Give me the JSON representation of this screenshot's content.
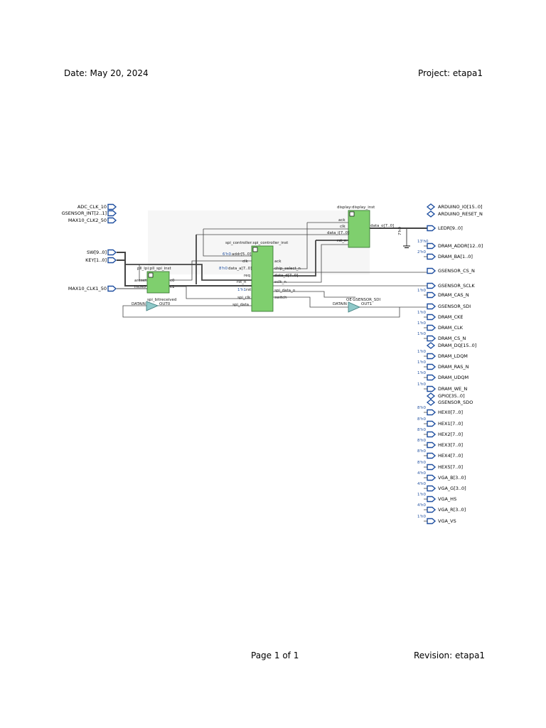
{
  "header": {
    "date": "Date: May 20, 2024",
    "project": "Project: etapa1"
  },
  "footer": {
    "page": "Page 1 of 1",
    "revision": "Revision: etapa1"
  },
  "inputs": [
    "ADC_CLK_10",
    "GSENSOR_INT[2..1]",
    "MAX10_CLK2_50",
    "SW[9..0]",
    "KEY[1..0]",
    "MAX10_CLK1_50"
  ],
  "blocks": {
    "pll": {
      "title": "pll_lpi:pll_spi_inst",
      "ports": [
        "areset",
        "inclk0",
        "c0",
        "c1"
      ]
    },
    "spi": {
      "title": "spi_controller:spi_controller_inst",
      "ports": [
        "addr[5..0]",
        "clk",
        "data_a[7..0]",
        "req",
        "rst_n",
        "rst",
        "spi_clk",
        "spi_data",
        "ack",
        "chip_select_n",
        "data_d[7..0]",
        "sclk_n",
        "spi_data_o",
        "switch"
      ],
      "constants": [
        "6'h0",
        "8'h0",
        "1'h1"
      ]
    },
    "display": {
      "title": "display:display_inst",
      "ports": [
        "ack",
        "clk",
        "data_i[7..0]",
        "rst_n",
        "data_o[7..0]"
      ]
    },
    "buf_left": {
      "name": "spi_bitreceived",
      "ports": [
        "DATAIN",
        "OUT0"
      ]
    },
    "buf_right": {
      "name": "GSENSOR_SDI",
      "ports": [
        "DATAIN",
        "OUT1"
      ]
    }
  },
  "misc_labels": [
    "7'h0",
    "OE"
  ],
  "outputs": [
    {
      "name": "ARDUINO_IO[15..0]",
      "kind": "bidir",
      "const": ""
    },
    {
      "name": "ARDUINO_RESET_N",
      "kind": "bidir",
      "const": ""
    },
    {
      "name": "LEDR[9..0]",
      "kind": "out",
      "const": ""
    },
    {
      "name": "DRAM_ADDR[12..0]",
      "kind": "out",
      "const": "13'h0"
    },
    {
      "name": "DRAM_BA[1..0]",
      "kind": "out",
      "const": "2'h0"
    },
    {
      "name": "GSENSOR_CS_N",
      "kind": "out",
      "const": ""
    },
    {
      "name": "GSENSOR_SCLK",
      "kind": "out",
      "const": ""
    },
    {
      "name": "DRAM_CAS_N",
      "kind": "out",
      "const": "1'h0"
    },
    {
      "name": "GSENSOR_SDI",
      "kind": "out",
      "const": ""
    },
    {
      "name": "DRAM_CKE",
      "kind": "out",
      "const": "1'h0"
    },
    {
      "name": "DRAM_CLK",
      "kind": "out",
      "const": "1'h0"
    },
    {
      "name": "DRAM_CS_N",
      "kind": "out",
      "const": "1'h0"
    },
    {
      "name": "DRAM_DQ[15..0]",
      "kind": "bidir",
      "const": ""
    },
    {
      "name": "DRAM_LDQM",
      "kind": "out",
      "const": "1'h0"
    },
    {
      "name": "DRAM_RAS_N",
      "kind": "out",
      "const": "1'h0"
    },
    {
      "name": "DRAM_UDQM",
      "kind": "out",
      "const": "1'h0"
    },
    {
      "name": "DRAM_WE_N",
      "kind": "out",
      "const": "1'h0"
    },
    {
      "name": "GPIO[35..0]",
      "kind": "bidir",
      "const": ""
    },
    {
      "name": "GSENSOR_SDO",
      "kind": "bidir",
      "const": ""
    },
    {
      "name": "HEX0[7..0]",
      "kind": "out",
      "const": "8'h0"
    },
    {
      "name": "HEX1[7..0]",
      "kind": "out",
      "const": "8'h0"
    },
    {
      "name": "HEX2[7..0]",
      "kind": "out",
      "const": "8'h0"
    },
    {
      "name": "HEX3[7..0]",
      "kind": "out",
      "const": "8'h0"
    },
    {
      "name": "HEX4[7..0]",
      "kind": "out",
      "const": "8'h0"
    },
    {
      "name": "HEX5[7..0]",
      "kind": "out",
      "const": "8'h0"
    },
    {
      "name": "VGA_B[3..0]",
      "kind": "out",
      "const": "4'h0"
    },
    {
      "name": "VGA_G[3..0]",
      "kind": "out",
      "const": "4'h0"
    },
    {
      "name": "VGA_HS",
      "kind": "out",
      "const": "1'h0"
    },
    {
      "name": "VGA_R[3..0]",
      "kind": "out",
      "const": "4'h0"
    },
    {
      "name": "VGA_VS",
      "kind": "out",
      "const": "1'h0"
    }
  ],
  "colors": {
    "block_fill": "#7fcf6e",
    "block_stroke": "#2f6e2a",
    "pin_blue": "#1f4fa0",
    "buffer_fill": "#8fc9c9"
  }
}
